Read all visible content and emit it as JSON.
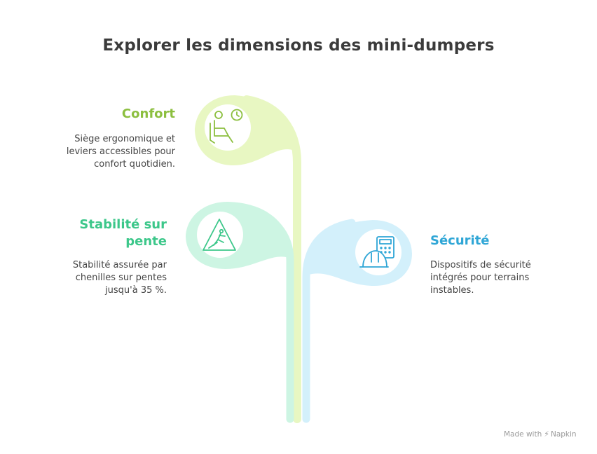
{
  "title": "Explorer les dimensions des mini-dumpers",
  "items": [
    {
      "heading": "Confort",
      "description": "Siège ergonomique et leviers accessibles pour confort quotidien.",
      "icon": "seated-person-clock-icon",
      "color": "#8cbf3f",
      "leaf_color": "#e8f7c2"
    },
    {
      "heading": "Stabilité sur pente",
      "description": "Stabilité assurée par chenilles sur pentes jusqu'à 35 %.",
      "icon": "slope-warning-icon",
      "color": "#3cc78a",
      "leaf_color": "#cdf5e3"
    },
    {
      "heading": "Sécurité",
      "description": "Dispositifs de sécurité intégrés pour terrains instables.",
      "icon": "hard-hat-calculator-icon",
      "color": "#2fa6d6",
      "leaf_color": "#d3f0fb"
    }
  ],
  "footer": {
    "made_with": "Made with",
    "brand": "Napkin"
  }
}
